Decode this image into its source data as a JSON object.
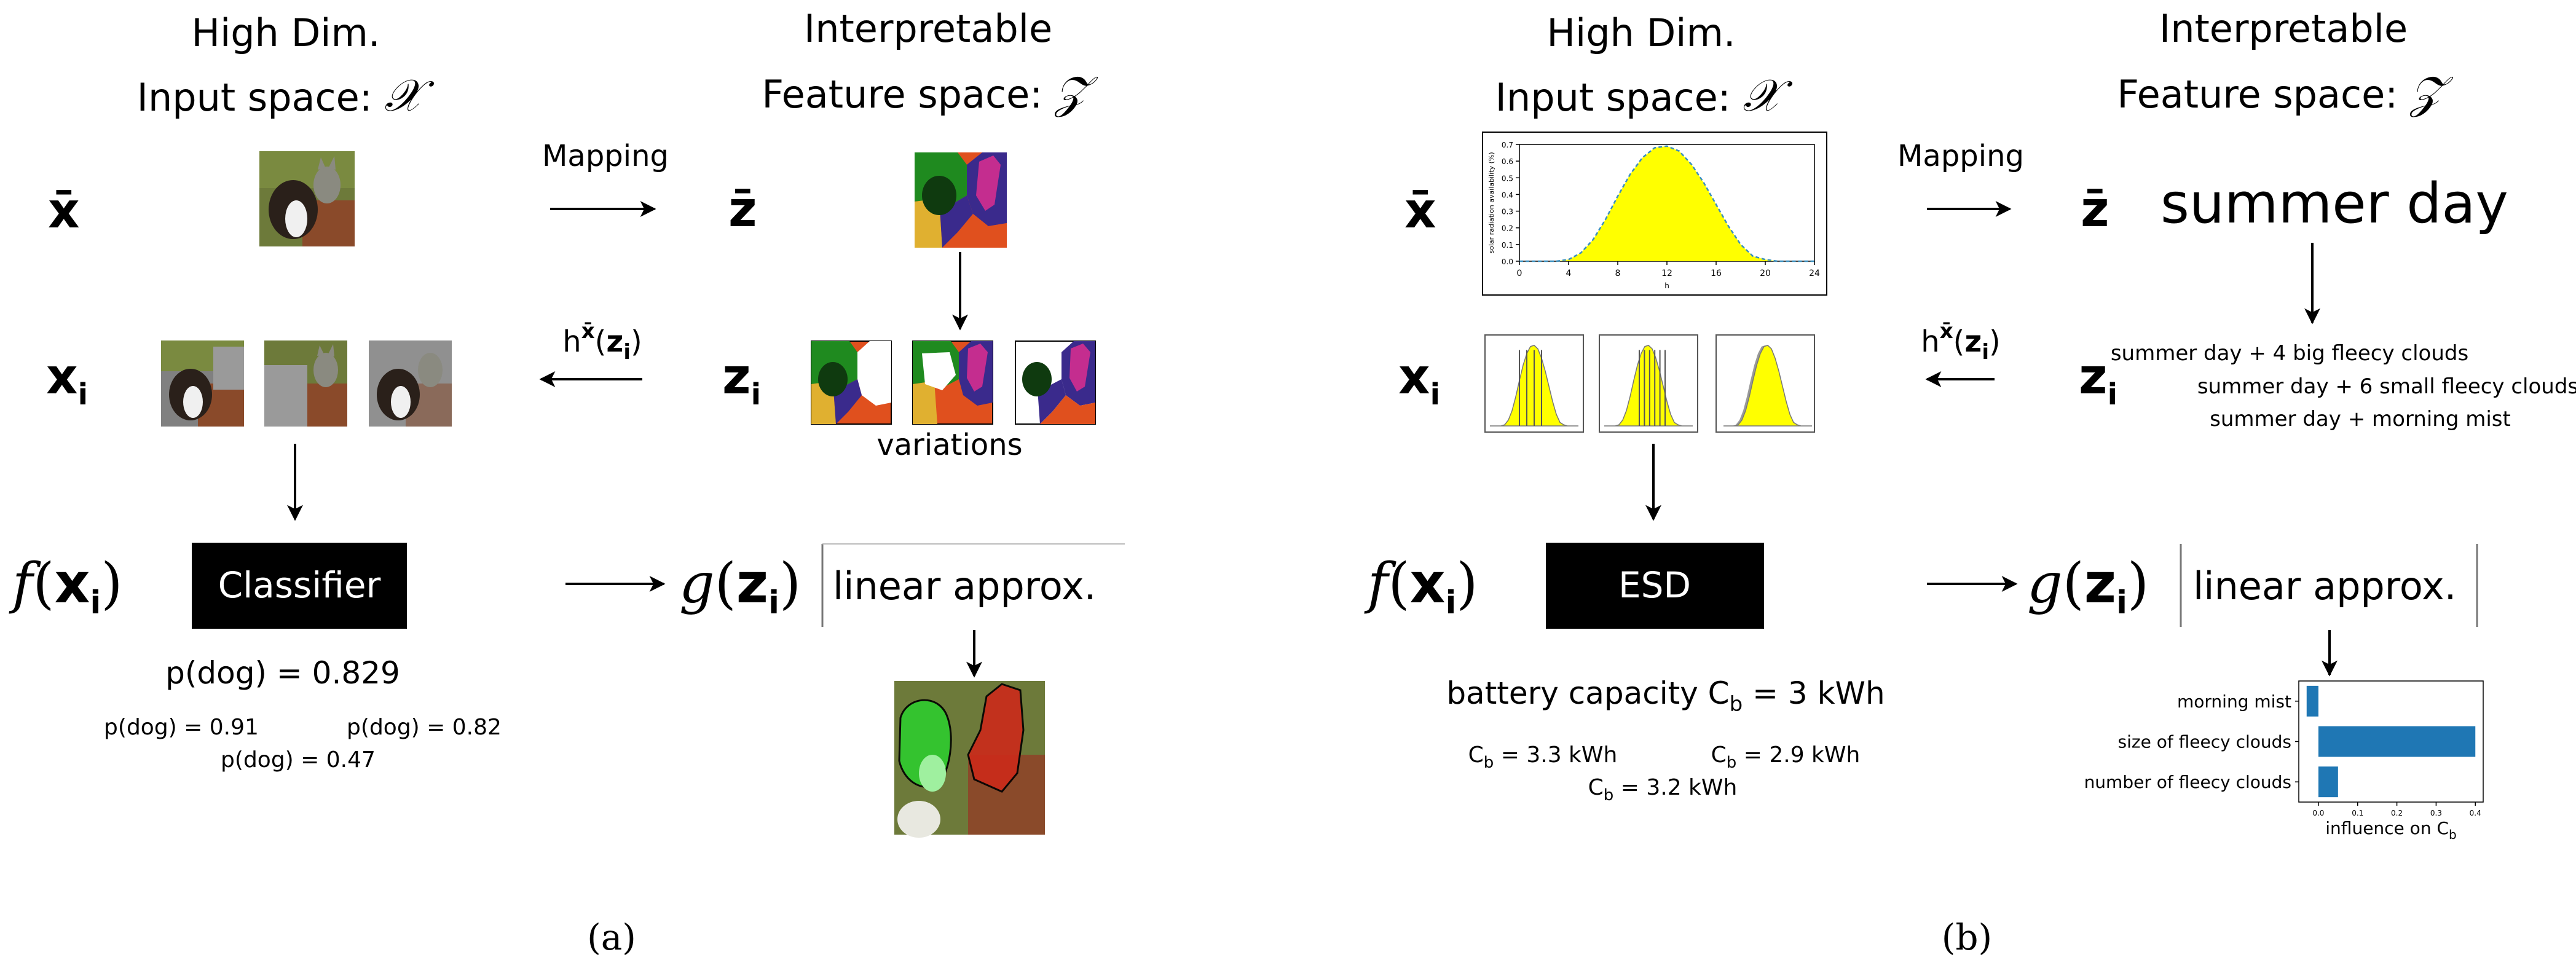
{
  "panel_a": {
    "header_input_line1": "High Dim.",
    "header_input_line2": "Input space:",
    "input_space_symbol": "𝒳",
    "header_feature_line1": "Interpretable",
    "header_feature_line2": "Feature space:",
    "feature_space_symbol": "𝒵",
    "mapping_label": "Mapping",
    "row_xbar": "x̄",
    "row_zbar": "z̄",
    "row_xi_base": "x",
    "row_xi_sub": "i",
    "row_zi_base": "z",
    "row_zi_sub": "i",
    "h_base": "h",
    "h_sup": "x̄",
    "h_arg_open": "(",
    "h_arg_base": "z",
    "h_arg_sub": "i",
    "h_arg_close": ")",
    "variations_label": "variations",
    "f_base": "f",
    "f_open": "(",
    "f_arg_base": "x",
    "f_arg_sub": "i",
    "f_close": ")",
    "model_box_label": "Classifier",
    "g_base": "g",
    "g_open": "(",
    "g_arg_base": "z",
    "g_arg_sub": "i",
    "g_close": ")",
    "approx_label": "linear approx.",
    "main_prediction": "p(dog) = 0.829",
    "variation_predictions": [
      "p(dog) = 0.91",
      "p(dog) = 0.82",
      "p(dog) = 0.47"
    ],
    "caption": "(a)",
    "colors": {
      "segment_green": "#1f8a1f",
      "segment_purple": "#3a2a8c",
      "segment_magenta": "#c42d8f",
      "segment_orange": "#e0501e",
      "segment_yellow": "#e0b030",
      "explanation_green": "#2ecc2e",
      "explanation_red": "#cc2a1a"
    }
  },
  "panel_b": {
    "header_input_line1": "High Dim.",
    "header_input_line2": "Input space:",
    "input_space_symbol": "𝒳",
    "header_feature_line1": "Interpretable",
    "header_feature_line2": "Feature space:",
    "feature_space_symbol": "𝒵",
    "mapping_label": "Mapping",
    "row_xbar": "x̄",
    "row_zbar": "z̄",
    "zbar_value": "summer day",
    "row_xi_base": "x",
    "row_xi_sub": "i",
    "row_zi_base": "z",
    "row_zi_sub": "i",
    "h_base": "h",
    "h_sup": "x̄",
    "h_arg_open": "(",
    "h_arg_base": "z",
    "h_arg_sub": "i",
    "h_arg_close": ")",
    "variations": [
      "summer day + 4 big fleecy clouds",
      "summer day + 6 small fleecy clouds",
      "summer day + morning mist"
    ],
    "f_base": "f",
    "f_open": "(",
    "f_arg_base": "x",
    "f_arg_sub": "i",
    "f_close": ")",
    "model_box_label": "ESD",
    "g_base": "g",
    "g_open": "(",
    "g_arg_base": "z",
    "g_arg_sub": "i",
    "g_close": ")",
    "approx_label": "linear approx.",
    "capacity_prefix": "battery capacity C",
    "capacity_sub": "b",
    "capacity_value": " = 3 kWh",
    "variation_capacities": [
      {
        "prefix": "C",
        "sub": "b",
        "value": " = 3.3 kWh"
      },
      {
        "prefix": "C",
        "sub": "b",
        "value": " = 2.9 kWh"
      },
      {
        "prefix": "C",
        "sub": "b",
        "value": " = 3.2 kWh"
      }
    ],
    "caption": "(b)",
    "colors": {
      "profile_fill": "#ffff00",
      "profile_dashed": "#3a8fbf",
      "bar": "#1f77b4"
    }
  },
  "chart_data": [
    {
      "type": "area",
      "title": "",
      "xlabel": "h",
      "ylabel": "solar radiation availability (%)",
      "x": [
        0,
        1,
        2,
        3,
        4,
        5,
        6,
        7,
        8,
        9,
        10,
        11,
        12,
        13,
        14,
        15,
        16,
        17,
        18,
        19,
        20,
        21,
        22,
        23,
        24
      ],
      "series": [
        {
          "values": [
            0,
            0,
            0,
            0,
            0.01,
            0.05,
            0.13,
            0.25,
            0.39,
            0.52,
            0.62,
            0.68,
            0.69,
            0.66,
            0.58,
            0.47,
            0.34,
            0.21,
            0.1,
            0.03,
            0.01,
            0,
            0,
            0,
            0
          ]
        }
      ],
      "xlim": [
        0,
        24
      ],
      "ylim": [
        0,
        0.7
      ],
      "x_ticks": [
        "0",
        "4",
        "8",
        "12",
        "16",
        "20",
        "24"
      ],
      "y_ticks": [
        "0.0",
        "0.1",
        "0.2",
        "0.3",
        "0.4",
        "0.5",
        "0.6",
        "0.7"
      ],
      "grid": false,
      "colors": {
        "fill": "#ffff00",
        "line": "#3a8fbf"
      }
    },
    {
      "type": "bar",
      "orientation": "horizontal",
      "categories": [
        "morning mist",
        "size of fleecy clouds",
        "number of fleecy clouds"
      ],
      "values": [
        -0.03,
        0.4,
        0.05
      ],
      "xlabel_prefix": "influence on C",
      "xlabel_sub": "b",
      "xlim": [
        -0.05,
        0.42
      ],
      "x_ticks": [
        "0.0",
        "0.1",
        "0.2",
        "0.3",
        "0.4"
      ],
      "grid": false,
      "colors": {
        "bar": "#1f77b4"
      }
    }
  ]
}
